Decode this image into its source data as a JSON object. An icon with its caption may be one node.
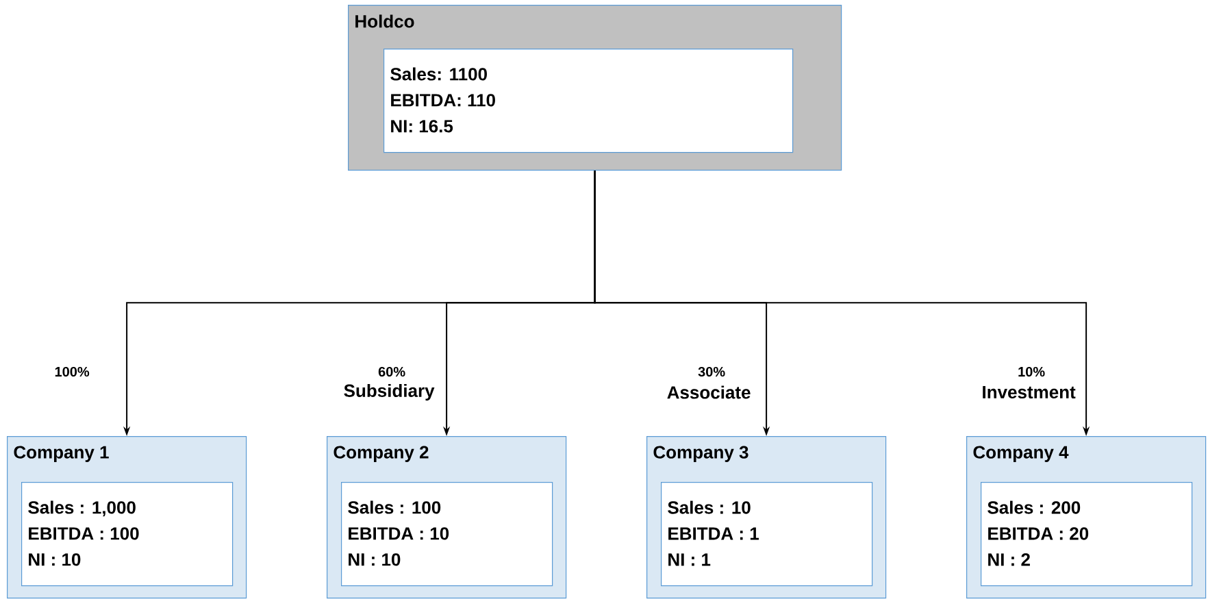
{
  "diagram": {
    "nodes": [
      {
        "text": [
          "Holdco"
        ]
      },
      {
        "text": [
          "Sales: 1100",
          "EBITDA: 110",
          "NI: 16.5"
        ],
        "in": 0
      },
      {
        "text": [
          "Company 1"
        ]
      },
      {
        "text": [
          "Sales : 1,000",
          "EBITDA : 100",
          "NI : 10"
        ],
        "in": 2
      },
      {
        "text": [
          "Company 2"
        ]
      },
      {
        "text": [
          "Sales : 100",
          "EBITDA : 10",
          "NI : 10"
        ],
        "in": 4
      },
      {
        "text": [
          "Company 3"
        ]
      },
      {
        "text": [
          "Sales : 10",
          "EBITDA : 1",
          "NI : 1"
        ],
        "in": 6
      },
      {
        "text": [
          "Company 4"
        ]
      },
      {
        "text": [
          "Sales : 200",
          "EBITDA : 20",
          "NI : 2"
        ],
        "in": 8
      }
    ],
    "edges": [
      {
        "from": 0,
        "to": 2,
        "arrow": "to",
        "label": "100%"
      },
      {
        "from": 0,
        "to": 4,
        "arrow": "to",
        "label": "60%"
      },
      {
        "from": 0,
        "to": 6,
        "arrow": "to",
        "label": "30%"
      },
      {
        "from": 0,
        "to": 8,
        "arrow": "to",
        "label": "10%"
      }
    ],
    "labels": [
      "Subsidiary",
      "Associate",
      "Investment"
    ]
  }
}
